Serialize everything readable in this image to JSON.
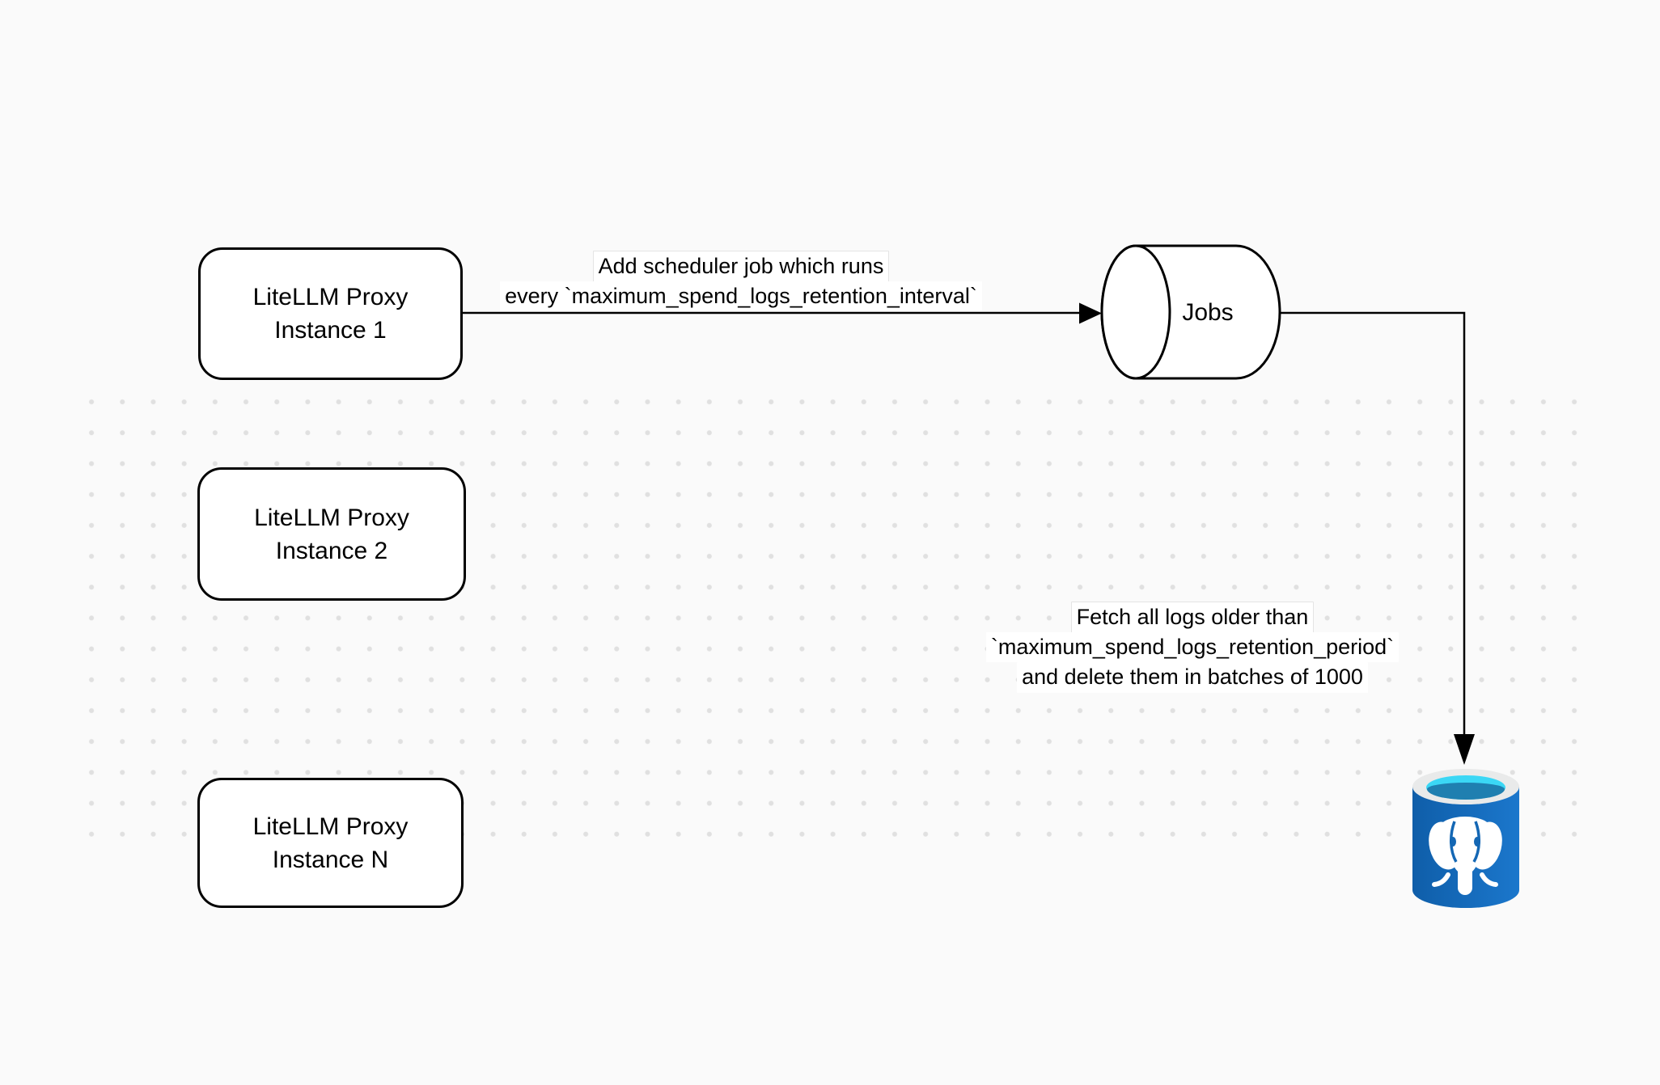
{
  "canvas": {
    "background_color": "#fafafa",
    "dot_color": "#e0e0e0",
    "stroke_color": "#000000"
  },
  "nodes": {
    "instance1": {
      "label_line1": "LiteLLM Proxy",
      "label_line2": "Instance 1"
    },
    "instance2": {
      "label_line1": "LiteLLM Proxy",
      "label_line2": "Instance 2"
    },
    "instanceN": {
      "label_line1": "LiteLLM Proxy",
      "label_line2": "Instance N"
    },
    "jobs_queue": {
      "label": "Jobs"
    },
    "postgres_db": {
      "icon": "postgresql-database-icon",
      "body_color": "#1268b8",
      "rim_color": "#e9eaea",
      "water_color": "#3bd7f5",
      "water_shadow_color": "#1f7fb0",
      "logo_color": "#ffffff"
    }
  },
  "edges": {
    "add_scheduler_job": {
      "label_line1": "Add scheduler job which runs",
      "label_line2": "every `maximum_spend_logs_retention_interval`"
    },
    "fetch_and_delete": {
      "label_line1": "Fetch all logs older than",
      "label_line2": "`maximum_spend_logs_retention_period`",
      "label_line3": "and delete them in batches of 1000"
    }
  }
}
